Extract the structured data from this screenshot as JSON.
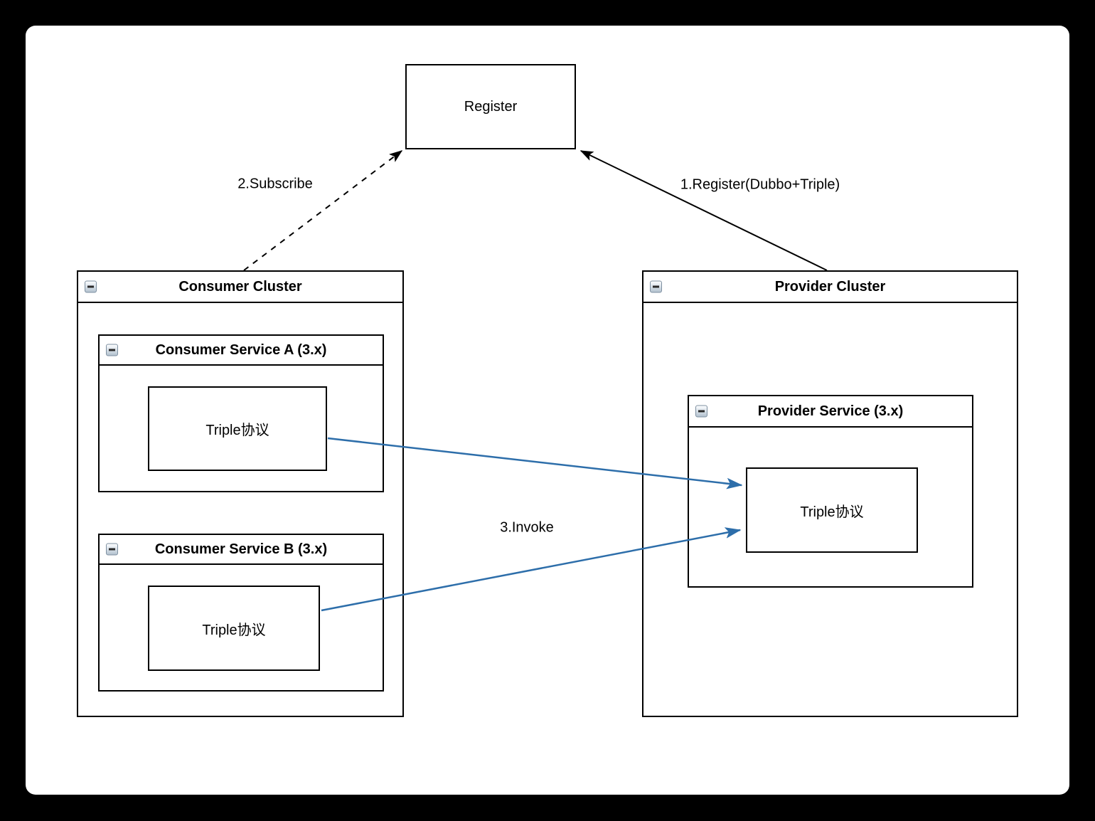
{
  "register": {
    "label": "Register"
  },
  "consumer_cluster": {
    "title": "Consumer Cluster"
  },
  "consumer_service_a": {
    "title": "Consumer Service A (3.x)",
    "protocol_label": "Triple协议"
  },
  "consumer_service_b": {
    "title": "Consumer Service B (3.x)",
    "protocol_label": "Triple协议"
  },
  "provider_cluster": {
    "title": "Provider Cluster"
  },
  "provider_service": {
    "title": "Provider Service (3.x)",
    "protocol_label": "Triple协议"
  },
  "edges": {
    "register_edge_label": "1.Register(Dubbo+Triple)",
    "subscribe_edge_label": "2.Subscribe",
    "invoke_edge_label": "3.Invoke"
  },
  "colors": {
    "stroke": "#000000",
    "invoke_stroke": "#2d6eaa",
    "background": "#ffffff"
  }
}
